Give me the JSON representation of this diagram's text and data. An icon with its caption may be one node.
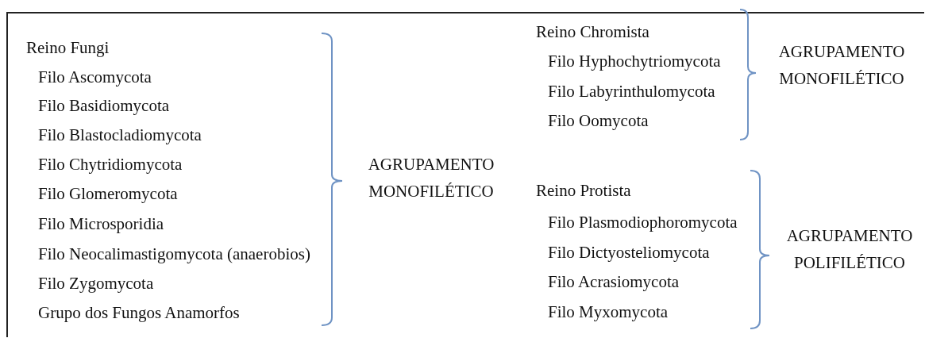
{
  "diagram": {
    "labels": [
      "Reino Fungi",
      "Filo Ascomycota",
      "Filo Basidiomycota",
      "Filo Blastocladiomycota",
      "Filo Chytridiomycota",
      "Filo Glomeromycota",
      "Filo Microsporidia",
      "Filo Neocalimastigomycota (anaerobios)",
      "Filo Zygomycota",
      "Grupo dos Fungos Anamorfos",
      "AGRUPAMENTO MONOFILÉTICO",
      "Reino Chromista",
      "Filo Hyphochytriomycota",
      "Filo Labyrinthulomycota",
      "Filo Oomycota",
      "AGRUPAMENTO MONOFILÉTICO",
      "Reino Protista",
      "Filo Plasmodiophoromycota",
      "Filo Dictyosteliomycota",
      "Filo Acrasiomycota",
      "Filo Myxomycota",
      "AGRUPAMENTO POLIFILÉTICO"
    ]
  }
}
